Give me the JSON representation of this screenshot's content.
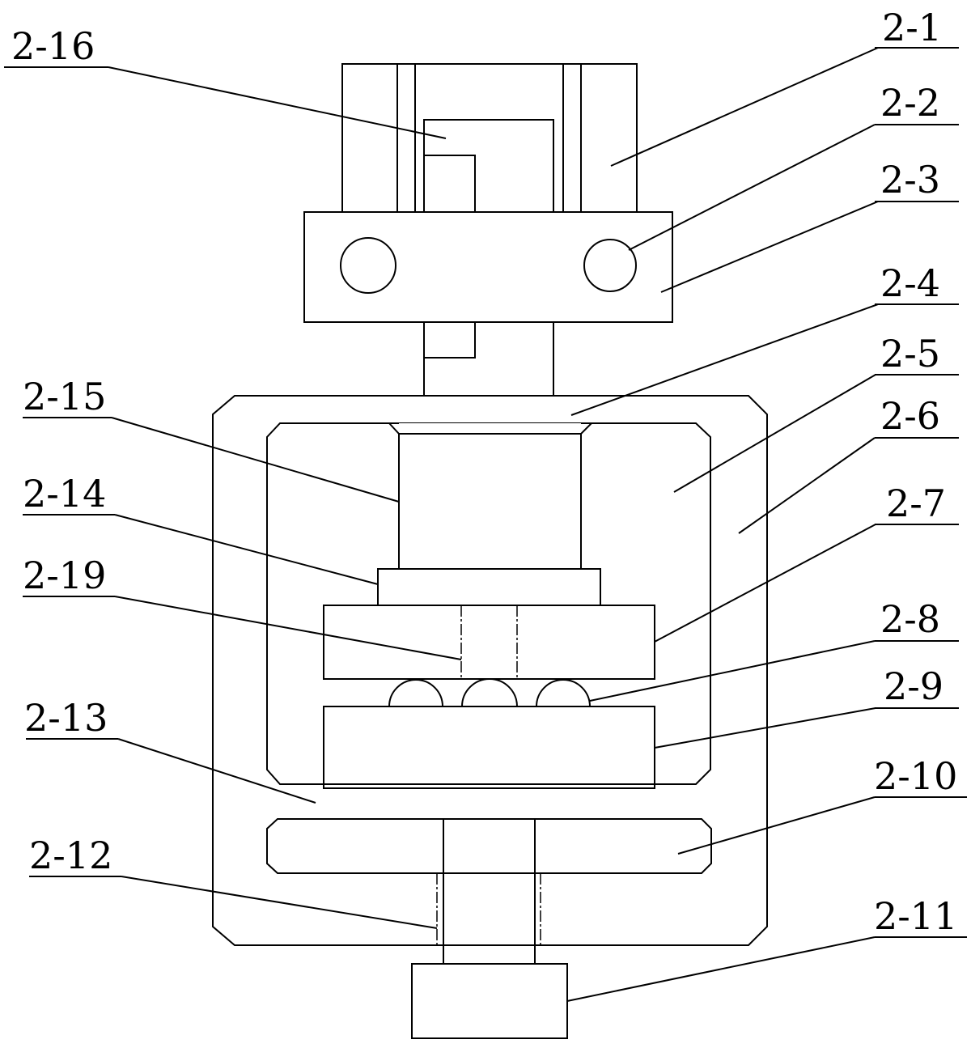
{
  "labels": {
    "l2_1": "2-1",
    "l2_2": "2-2",
    "l2_3": "2-3",
    "l2_4": "2-4",
    "l2_5": "2-5",
    "l2_6": "2-6",
    "l2_7": "2-7",
    "l2_8": "2-8",
    "l2_9": "2-9",
    "l2_10": "2-10",
    "l2_11": "2-11",
    "l2_12": "2-12",
    "l2_13": "2-13",
    "l2_14": "2-14",
    "l2_15": "2-15",
    "l2_16": "2-16",
    "l2_19": "2-19"
  },
  "colors": {
    "line": "#000000",
    "background": "#ffffff"
  }
}
